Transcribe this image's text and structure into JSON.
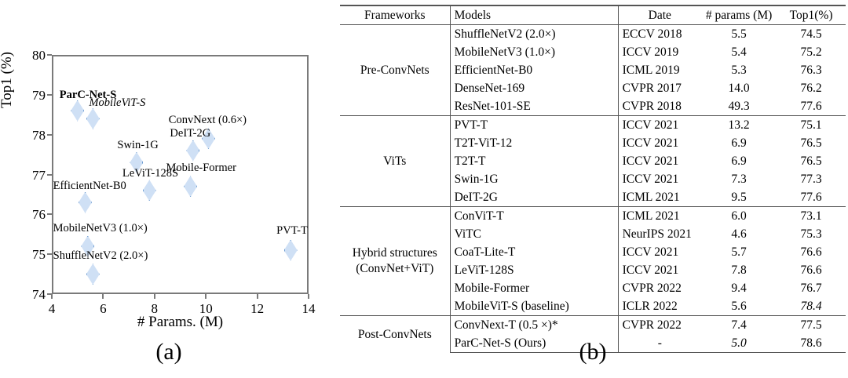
{
  "figure": {
    "caption_a": "(a)",
    "caption_b": "(b)"
  },
  "chart_data": {
    "type": "scatter",
    "title": "",
    "xlabel": "# Params. (M)",
    "ylabel": "Top1 (%)",
    "xlim": [
      4,
      14
    ],
    "ylim": [
      74,
      80
    ],
    "xticks": [
      "4",
      "6",
      "8",
      "10",
      "12",
      "14"
    ],
    "yticks": [
      "74",
      "75",
      "76",
      "77",
      "78",
      "79",
      "80"
    ],
    "grid": false,
    "legend": "none",
    "marker": "diamond",
    "marker_fill": "#cfe0f5",
    "marker_edge": "#6a9ad0",
    "points": [
      {
        "label": "ParC-Net-S",
        "x": 5.0,
        "y": 78.6,
        "style": "bold",
        "lx": 4.3,
        "ly": 78.97
      },
      {
        "label": "MobileViT-S",
        "x": 5.6,
        "y": 78.4,
        "style": "italic",
        "lx": 5.45,
        "ly": 78.78
      },
      {
        "label": "ConvNext (0.6×)",
        "x": 10.1,
        "y": 77.9,
        "style": "normal",
        "lx": 8.55,
        "ly": 78.35
      },
      {
        "label": "DeIT-2G",
        "x": 9.5,
        "y": 77.6,
        "style": "normal",
        "lx": 8.6,
        "ly": 78.02
      },
      {
        "label": "Swin-1G",
        "x": 7.3,
        "y": 77.3,
        "style": "normal",
        "lx": 6.55,
        "ly": 77.72
      },
      {
        "label": "Mobile-Former",
        "x": 9.4,
        "y": 76.7,
        "style": "normal",
        "lx": 8.45,
        "ly": 77.15
      },
      {
        "label": "LeViT-128S",
        "x": 7.8,
        "y": 76.6,
        "style": "normal",
        "lx": 6.75,
        "ly": 77.01
      },
      {
        "label": "EfficientNet-B0",
        "x": 5.3,
        "y": 76.3,
        "style": "normal",
        "lx": 4.05,
        "ly": 76.7
      },
      {
        "label": "MobileNetV3 (1.0×)",
        "x": 5.4,
        "y": 75.2,
        "style": "normal",
        "lx": 4.05,
        "ly": 75.63
      },
      {
        "label": "ShuffleNetV2 (2.0×)",
        "x": 5.6,
        "y": 74.5,
        "style": "normal",
        "lx": 4.05,
        "ly": 74.95
      },
      {
        "label": "PVT-T",
        "x": 13.3,
        "y": 75.1,
        "style": "normal",
        "lx": 12.75,
        "ly": 75.58
      }
    ]
  },
  "table": {
    "headers": {
      "frameworks": "Frameworks",
      "models": "Models",
      "date": "Date",
      "params": "# params (M)",
      "top1": "Top1(%)"
    },
    "groups": [
      {
        "name": "Pre-ConvNets",
        "rows": [
          {
            "model": "ShuffleNetV2 (2.0×)",
            "date": "ECCV 2018",
            "params": "5.5",
            "top1": "74.5"
          },
          {
            "model": "MobileNetV3 (1.0×)",
            "date": "ICCV 2019",
            "params": "5.4",
            "top1": "75.2"
          },
          {
            "model": "EfficientNet-B0",
            "date": "ICML 2019",
            "params": "5.3",
            "top1": "76.3"
          },
          {
            "model": "DenseNet-169",
            "date": "CVPR 2017",
            "params": "14.0",
            "top1": "76.2"
          },
          {
            "model": "ResNet-101-SE",
            "date": "CVPR 2018",
            "params": "49.3",
            "top1": "77.6"
          }
        ]
      },
      {
        "name": "ViTs",
        "rows": [
          {
            "model": "PVT-T",
            "date": "ICCV 2021",
            "params": "13.2",
            "top1": "75.1"
          },
          {
            "model": "T2T-ViT-12",
            "date": "ICCV 2021",
            "params": "6.9",
            "top1": "76.5"
          },
          {
            "model": "T2T-T",
            "date": "ICCV 2021",
            "params": "6.9",
            "top1": "76.5"
          },
          {
            "model": "Swin-1G",
            "date": "ICCV 2021",
            "params": "7.3",
            "top1": "77.3"
          },
          {
            "model": "DeIT-2G",
            "date": "ICML 2021",
            "params": "9.5",
            "top1": "77.6"
          }
        ]
      },
      {
        "name": "Hybrid structures (ConvNet+ViT)",
        "name_line1": "Hybrid structures",
        "name_line2": "(ConvNet+ViT)",
        "rows": [
          {
            "model": "ConViT-T",
            "date": "ICML 2021",
            "params": "6.0",
            "top1": "73.1"
          },
          {
            "model": "ViTC",
            "date": "NeurIPS 2021",
            "params": "4.6",
            "top1": "75.3",
            "params_style": "bold"
          },
          {
            "model": "CoaT-Lite-T",
            "date": "ICCV 2021",
            "params": "5.7",
            "top1": "76.6"
          },
          {
            "model": "LeViT-128S",
            "date": "ICCV 2021",
            "params": "7.8",
            "top1": "76.6"
          },
          {
            "model": "Mobile-Former",
            "date": "CVPR 2022",
            "params": "9.4",
            "top1": "76.7"
          },
          {
            "model": "MobileViT-S (baseline)",
            "date": "ICLR 2022",
            "params": "5.6",
            "top1": "78.4",
            "top1_style": "italic"
          }
        ]
      },
      {
        "name": "Post-ConvNets",
        "rows": [
          {
            "model": "ConvNext-T (0.5 ×)*",
            "date": "CVPR 2022",
            "params": "7.4",
            "top1": "77.5"
          },
          {
            "model": "ParC-Net-S  (Ours)",
            "date": "-",
            "params": "5.0",
            "top1": "78.6",
            "params_style": "italic",
            "top1_style": "bold",
            "date_align": "center"
          }
        ]
      }
    ]
  }
}
